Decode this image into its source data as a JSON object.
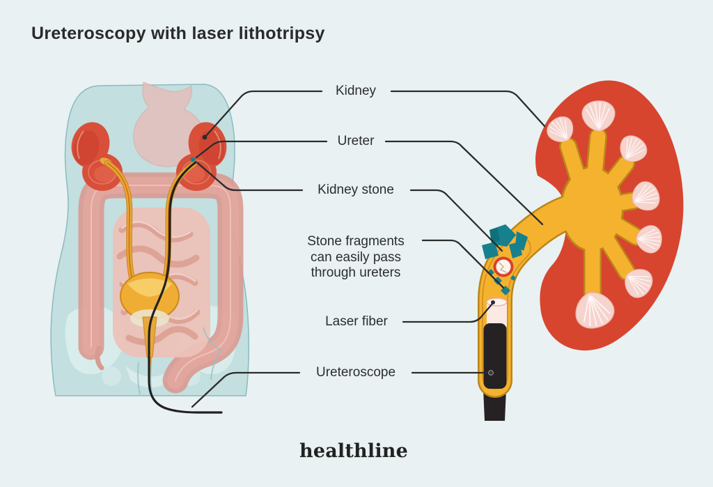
{
  "title": "Ureteroscopy with laser lithotripsy",
  "brand": {
    "logo": "healthline"
  },
  "labels": {
    "kidney": "Kidney",
    "ureter": "Ureter",
    "kidney_stone": "Kidney stone",
    "stone_fragments": "Stone fragments can easily pass through ureters",
    "laser_fiber": "Laser fiber",
    "ureteroscope": "Ureteroscope"
  },
  "colors": {
    "bg": "#e9f1f3",
    "ink": "#2a2a2a",
    "label-ink": "#2d2d2d",
    "leader": "#2b2b2b",
    "kidney-red": "#d7452f",
    "urinary-gold": "#f5b22f",
    "fragment-teal": "#17808d",
    "scope-black": "#262122",
    "body-teal": "#c2dfe0"
  }
}
